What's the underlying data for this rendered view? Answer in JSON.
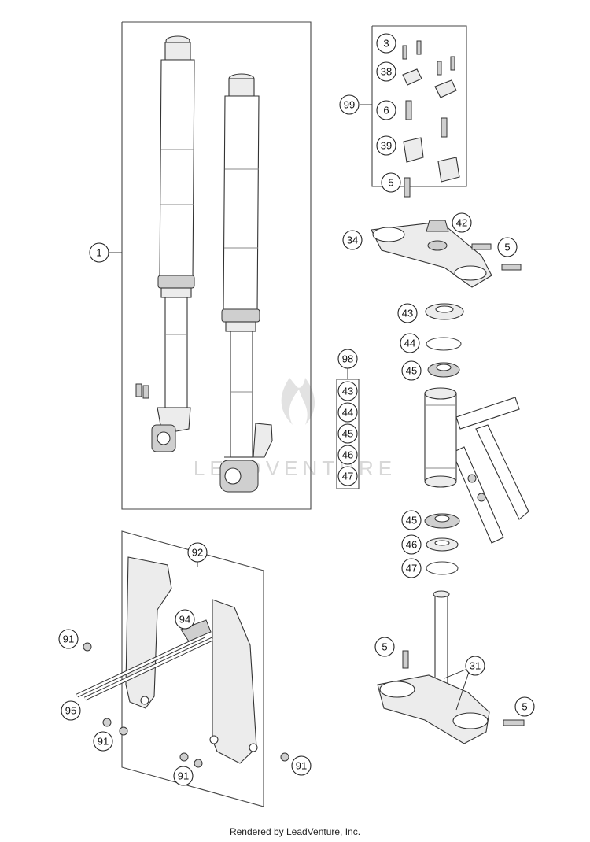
{
  "callouts": {
    "c1": "1",
    "c3": "3",
    "c38": "38",
    "c99": "99",
    "c6": "6",
    "c39": "39",
    "c5a": "5",
    "c42": "42",
    "c34": "34",
    "c5b": "5",
    "c43": "43",
    "c44": "44",
    "c45a": "45",
    "c98": "98",
    "k43": "43",
    "k44": "44",
    "k45": "45",
    "k46": "46",
    "k47": "47",
    "c45b": "45",
    "c46": "46",
    "c47": "47",
    "c92": "92",
    "c94": "94",
    "c91a": "91",
    "c95": "95",
    "c91b": "91",
    "c91c": "91",
    "c91d": "91",
    "c5c": "5",
    "c31": "31",
    "c5d": "5"
  },
  "watermark": "LEADVENTURE",
  "footer": "Rendered by LeadVenture, Inc."
}
